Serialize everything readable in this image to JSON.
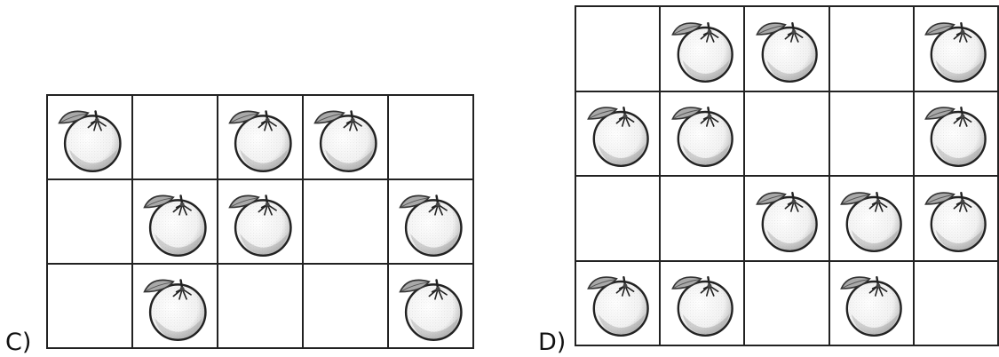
{
  "panels": [
    {
      "label": "C)",
      "grid": [
        [
          1,
          0,
          1,
          1,
          0
        ],
        [
          0,
          1,
          1,
          0,
          1
        ],
        [
          0,
          1,
          0,
          0,
          1
        ]
      ]
    },
    {
      "label": "D)",
      "grid": [
        [
          0,
          1,
          1,
          0,
          1
        ],
        [
          1,
          1,
          0,
          0,
          1
        ],
        [
          0,
          0,
          1,
          1,
          1
        ],
        [
          1,
          1,
          0,
          1,
          0
        ]
      ]
    }
  ],
  "icon": "orange-icon",
  "colors": {
    "grid_line": "#222222",
    "leaf": "#a9a9a9",
    "fruit_fill": "#f2f2f2"
  }
}
